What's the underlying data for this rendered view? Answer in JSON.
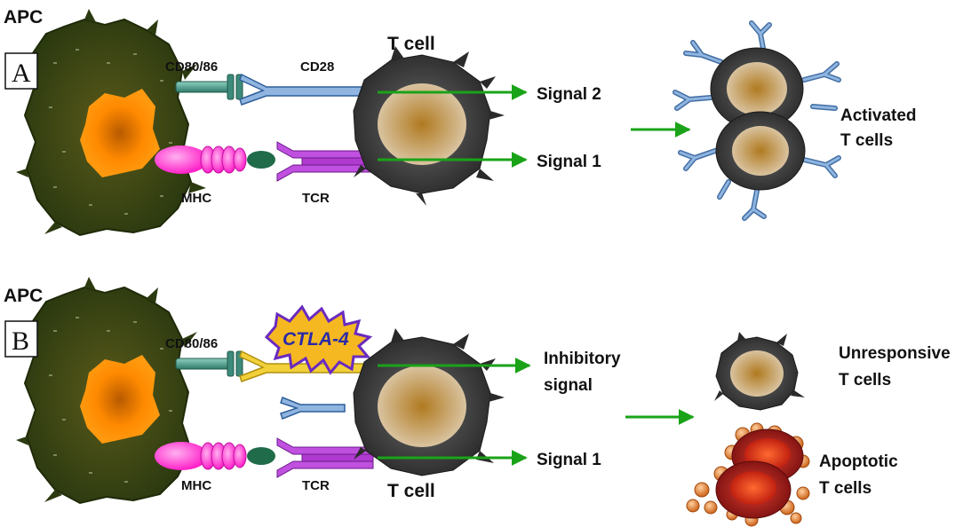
{
  "colors": {
    "apc_membrane": "#2f3b12",
    "apc_nucleus": "#ff8a00",
    "tcell_body": "#3a3a3a",
    "tcell_nucleus": "#c99a55",
    "cd28_receptor": "#6f9fd4",
    "ctla4_receptor": "#f2d03a",
    "cd80_ligand": "#3d8a7a",
    "mhc": "#ff2fd0",
    "tcr": "#b03ad0",
    "peptide": "#1f6b4a",
    "arrow": "#1aa318",
    "apoptotic": "#b01818"
  },
  "panel_a": {
    "panel_label": "A",
    "apc_label": "APC",
    "ligand_label": "CD80/86",
    "receptor_label": "CD28",
    "tcell_label": "T cell",
    "mhc_label": "MHC",
    "tcr_label": "TCR",
    "signal_top": "Signal 2",
    "signal_bottom": "Signal 1",
    "outcome_line1": "Activated",
    "outcome_line2": "T cells"
  },
  "panel_b": {
    "panel_label": "B",
    "apc_label": "APC",
    "ligand_label": "CD80/86",
    "inhibitor_label": "CTLA-4",
    "tcell_label": "T cell",
    "mhc_label": "MHC",
    "tcr_label": "TCR",
    "signal_top_line1": "Inhibitory",
    "signal_top_line2": "signal",
    "signal_bottom": "Signal 1",
    "outcome1_line1": "Unresponsive",
    "outcome1_line2": "T cells",
    "outcome2_line1": "Apoptotic",
    "outcome2_line2": "T cells"
  }
}
